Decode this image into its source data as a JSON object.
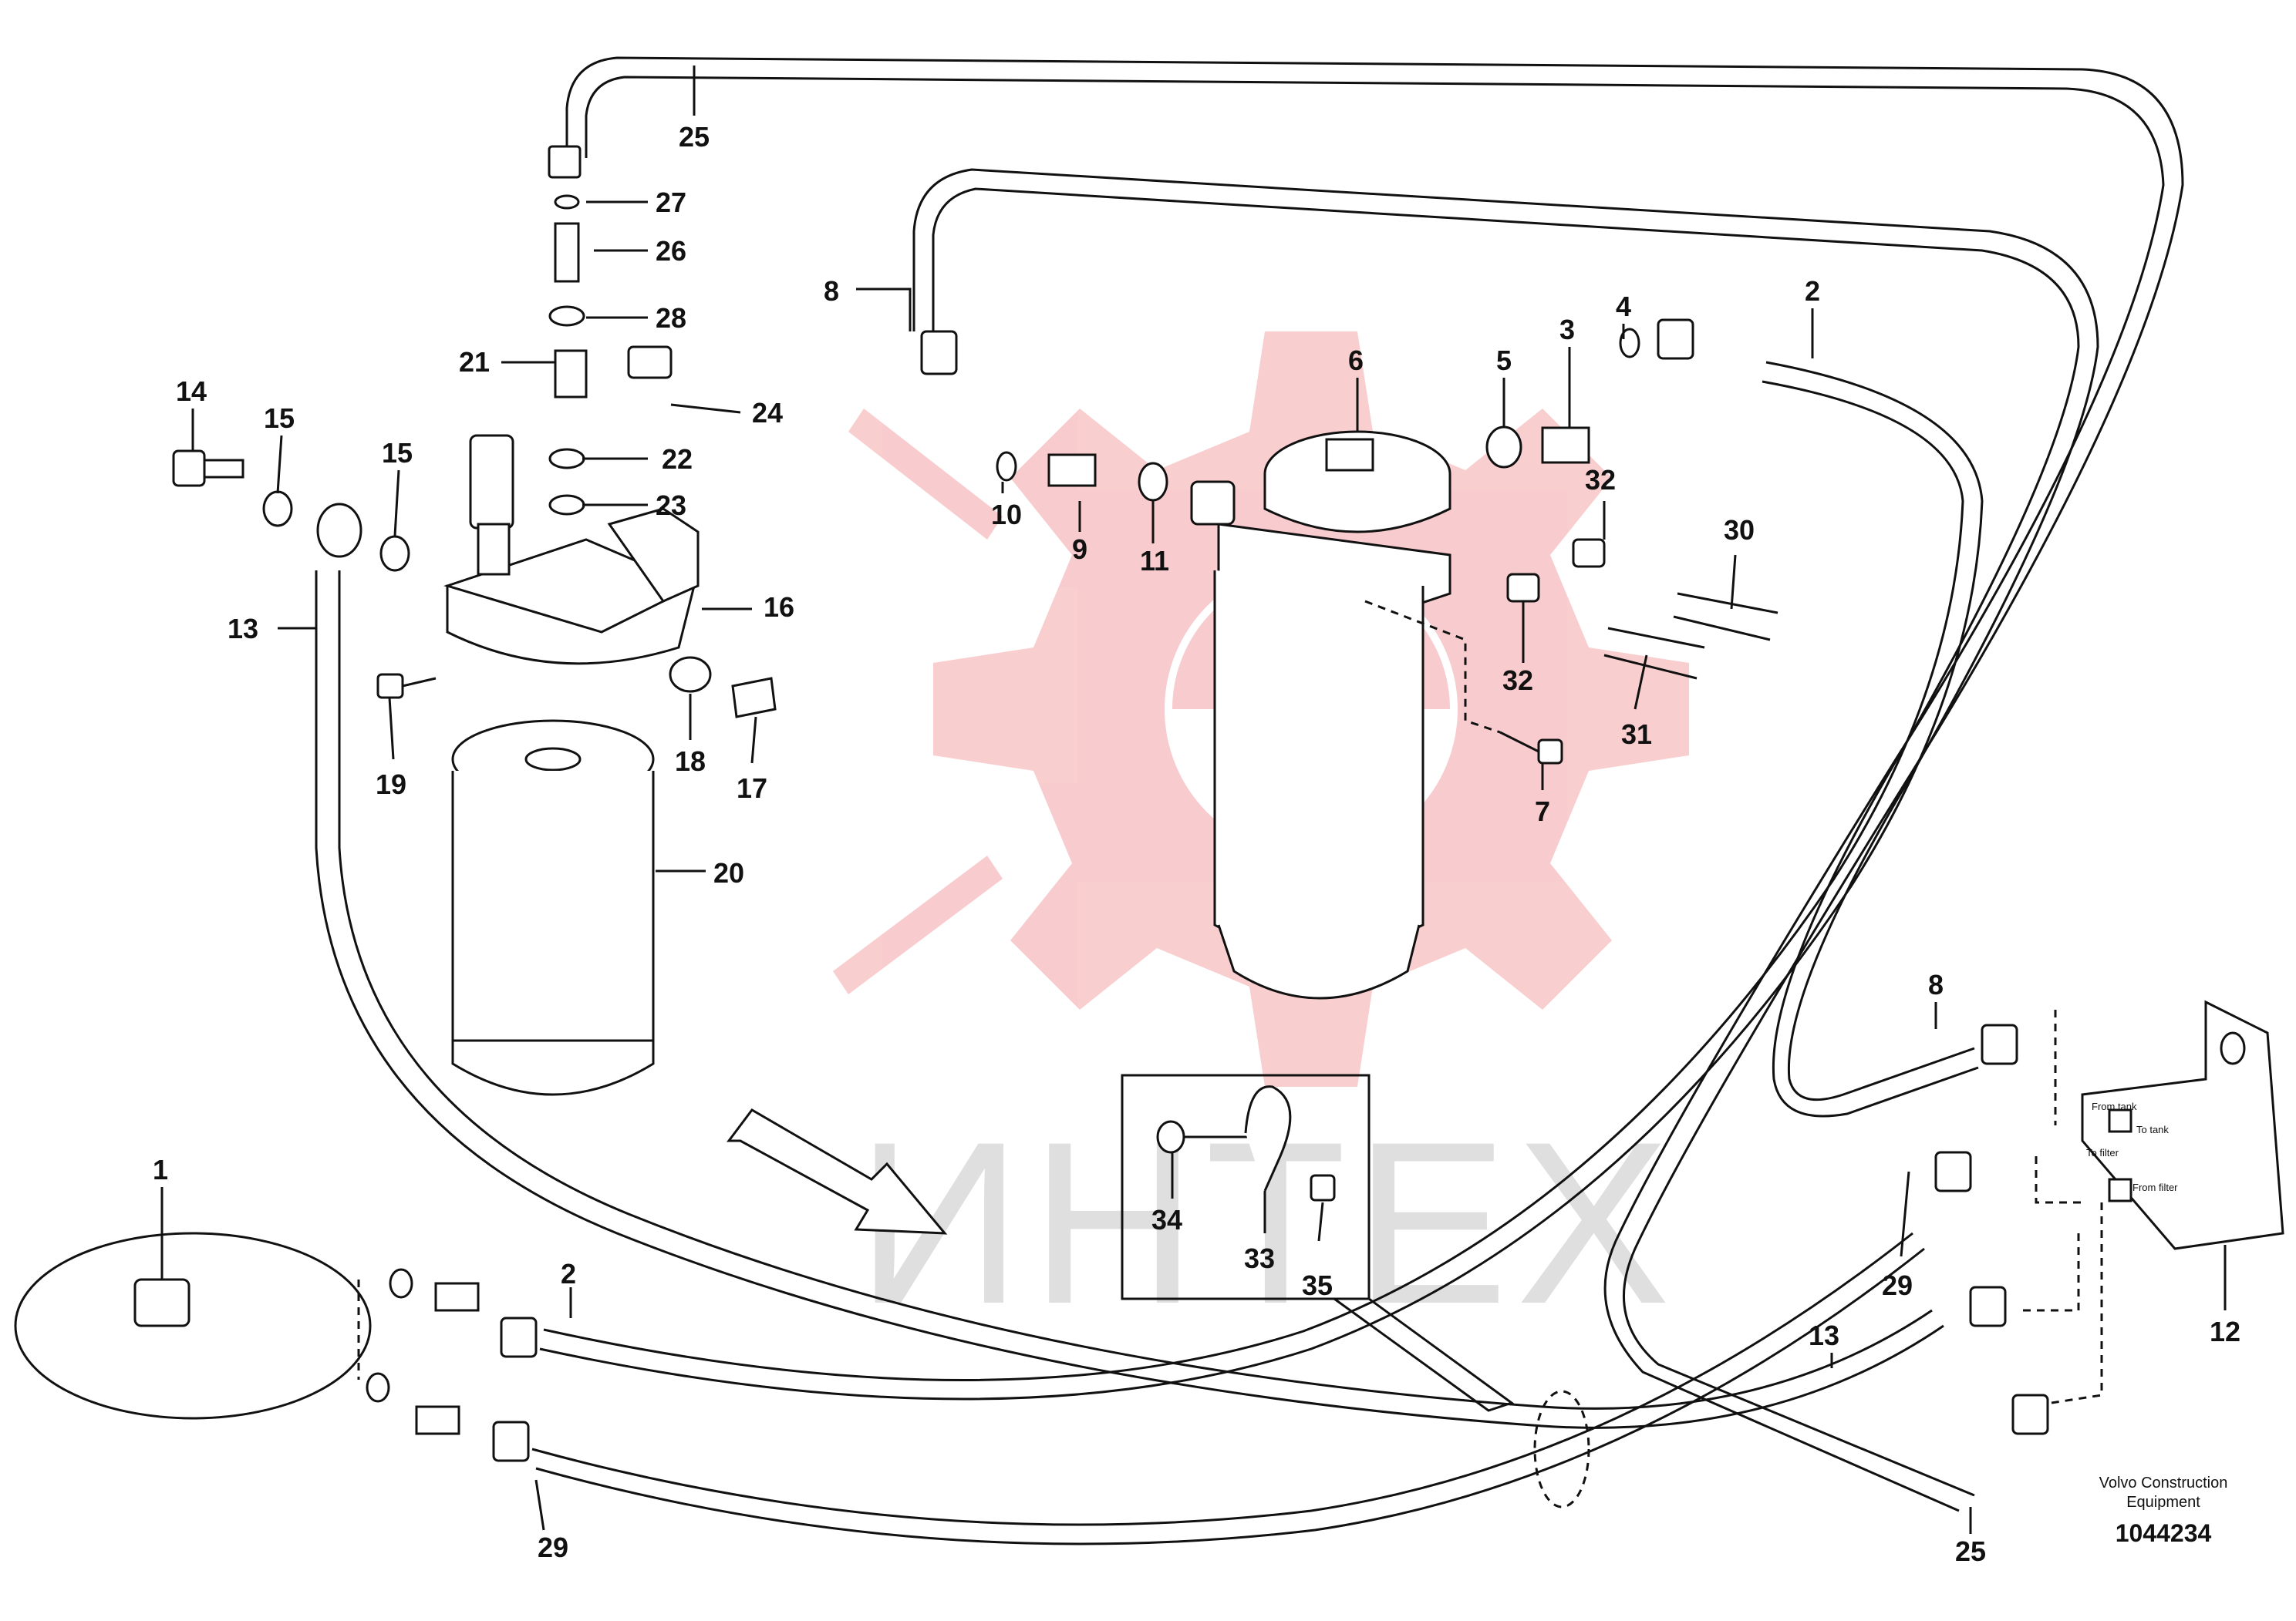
{
  "callouts": [
    {
      "id": "c1",
      "text": "1"
    },
    {
      "id": "c2a",
      "text": "2"
    },
    {
      "id": "c2b",
      "text": "2"
    },
    {
      "id": "c3",
      "text": "3"
    },
    {
      "id": "c4",
      "text": "4"
    },
    {
      "id": "c5",
      "text": "5"
    },
    {
      "id": "c6",
      "text": "6"
    },
    {
      "id": "c7",
      "text": "7"
    },
    {
      "id": "c8a",
      "text": "8"
    },
    {
      "id": "c8b",
      "text": "8"
    },
    {
      "id": "c9",
      "text": "9"
    },
    {
      "id": "c10",
      "text": "10"
    },
    {
      "id": "c11",
      "text": "11"
    },
    {
      "id": "c12",
      "text": "12"
    },
    {
      "id": "c13a",
      "text": "13"
    },
    {
      "id": "c13b",
      "text": "13"
    },
    {
      "id": "c14",
      "text": "14"
    },
    {
      "id": "c15a",
      "text": "15"
    },
    {
      "id": "c15b",
      "text": "15"
    },
    {
      "id": "c16",
      "text": "16"
    },
    {
      "id": "c17",
      "text": "17"
    },
    {
      "id": "c18",
      "text": "18"
    },
    {
      "id": "c19",
      "text": "19"
    },
    {
      "id": "c20",
      "text": "20"
    },
    {
      "id": "c21",
      "text": "21"
    },
    {
      "id": "c22",
      "text": "22"
    },
    {
      "id": "c23",
      "text": "23"
    },
    {
      "id": "c24",
      "text": "24"
    },
    {
      "id": "c25a",
      "text": "25"
    },
    {
      "id": "c25b",
      "text": "25"
    },
    {
      "id": "c26",
      "text": "26"
    },
    {
      "id": "c27",
      "text": "27"
    },
    {
      "id": "c28",
      "text": "28"
    },
    {
      "id": "c29a",
      "text": "29"
    },
    {
      "id": "c29b",
      "text": "29"
    },
    {
      "id": "c30",
      "text": "30"
    },
    {
      "id": "c31",
      "text": "31"
    },
    {
      "id": "c32a",
      "text": "32"
    },
    {
      "id": "c32b",
      "text": "32"
    },
    {
      "id": "c33",
      "text": "33"
    },
    {
      "id": "c34",
      "text": "34"
    },
    {
      "id": "c35",
      "text": "35"
    }
  ],
  "bracket_labels": {
    "from_tank": "From tank",
    "to_tank": "To tank",
    "to_filter": "To filter",
    "from_filter": "From filter"
  },
  "credit": {
    "line1": "Volvo Construction",
    "line2": "Equipment",
    "doc_number": "1044234"
  },
  "watermark": {
    "text": "ИНТЕХ",
    "color": "#e31e24"
  }
}
